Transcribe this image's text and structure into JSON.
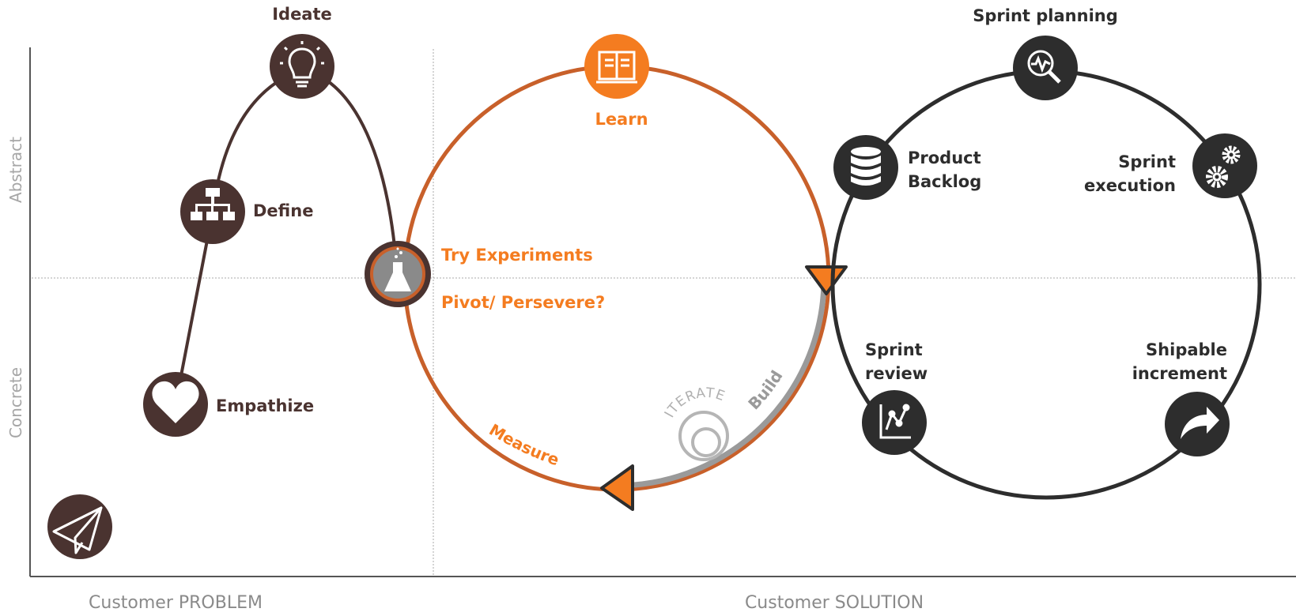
{
  "axes": {
    "y_top": "Abstract",
    "y_bottom": "Concrete",
    "x_left": "Customer PROBLEM",
    "x_right": "Customer SOLUTION"
  },
  "design_thinking": {
    "ideate": "Ideate",
    "define": "Define",
    "empathize": "Empathize"
  },
  "lean_startup": {
    "learn": "Learn",
    "try_experiments": "Try Experiments",
    "pivot": "Pivot/ Persevere?",
    "measure": "Measure",
    "build": "Build",
    "iterate": "ITERATE"
  },
  "scrum": {
    "sprint_planning": "Sprint planning",
    "product_backlog_1": "Product",
    "product_backlog_2": "Backlog",
    "sprint_execution_1": "Sprint",
    "sprint_execution_2": "execution",
    "sprint_review_1": "Sprint",
    "sprint_review_2": "review",
    "shipable_1": "Shipable",
    "shipable_2": "increment"
  },
  "colors": {
    "brown": "#4a3330",
    "orange": "#f47c20",
    "rust": "#c8602a",
    "dark": "#2d2d2d",
    "grey_axis": "#9a9a9a"
  }
}
